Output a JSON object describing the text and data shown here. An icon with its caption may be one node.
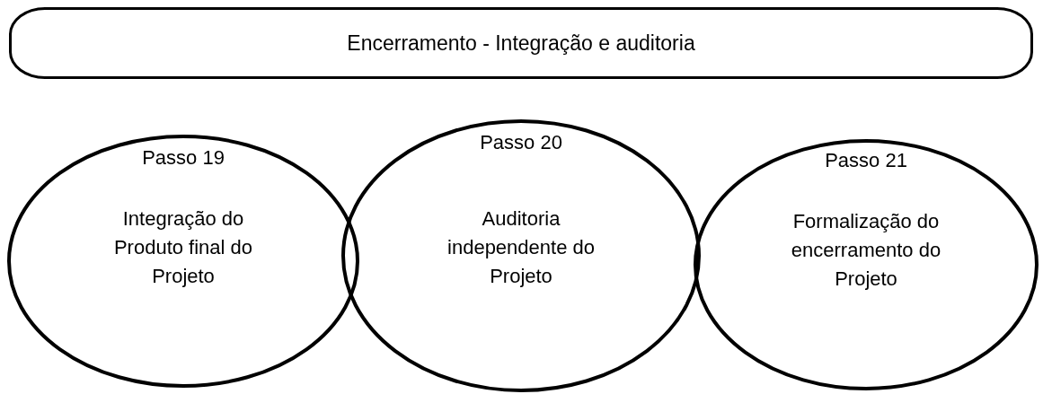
{
  "diagram": {
    "nodes": [
      {
        "text": [
          "Encerramento - Integração e auditoria"
        ]
      },
      {
        "text": [
          "Passo 19",
          "Integração do Produto final do Projeto"
        ]
      },
      {
        "text": [
          "Passo 20",
          "Auditoria independente do Projeto"
        ]
      },
      {
        "text": [
          "Passo 21",
          "Formalização do encerramento do Projeto"
        ]
      }
    ]
  }
}
